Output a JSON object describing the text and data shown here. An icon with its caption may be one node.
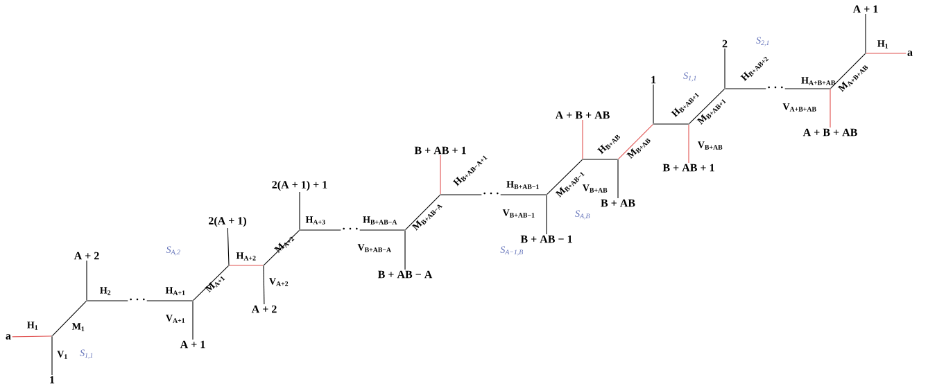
{
  "diagram": {
    "nodes": [
      {
        "text": [
          "a"
        ]
      },
      {
        "text": [],
        "shape": "point"
      },
      {
        "text": [
          "1"
        ]
      },
      {
        "text": [],
        "shape": "point"
      },
      {
        "text": [
          "A + 2"
        ]
      },
      {
        "text": [
          "· · ·"
        ]
      },
      {
        "text": [],
        "shape": "point"
      },
      {
        "text": [
          "A + 1"
        ]
      },
      {
        "text": [],
        "shape": "point"
      },
      {
        "text": [
          "2(A + 1)"
        ]
      },
      {
        "text": [],
        "shape": "point"
      },
      {
        "text": [
          "A + 2"
        ]
      },
      {
        "text": [],
        "shape": "point"
      },
      {
        "text": [
          "2(A + 1) + 1"
        ]
      },
      {
        "text": [
          "· · ·"
        ]
      },
      {
        "text": [],
        "shape": "point"
      },
      {
        "text": [
          "B + AB − A"
        ]
      },
      {
        "text": [],
        "shape": "point"
      },
      {
        "text": [
          "B + AB + 1"
        ]
      },
      {
        "text": [
          "· · ·"
        ]
      },
      {
        "text": [],
        "shape": "point"
      },
      {
        "text": [
          "B + AB − 1"
        ]
      },
      {
        "text": [],
        "shape": "point"
      },
      {
        "text": [
          "A + B + AB"
        ]
      },
      {
        "text": [],
        "shape": "point"
      },
      {
        "text": [
          "B + AB"
        ]
      },
      {
        "text": [],
        "shape": "point"
      },
      {
        "text": [
          "1"
        ]
      },
      {
        "text": [],
        "shape": "point"
      },
      {
        "text": [
          "B + AB + 1"
        ]
      },
      {
        "text": [],
        "shape": "point"
      },
      {
        "text": [
          "2"
        ]
      },
      {
        "text": [
          "· · ·"
        ]
      },
      {
        "text": [],
        "shape": "point"
      },
      {
        "text": [
          "A + B + AB"
        ]
      },
      {
        "text": [],
        "shape": "point"
      },
      {
        "text": [
          "A + 1"
        ]
      },
      {
        "text": [
          "a"
        ]
      }
    ],
    "edges": [
      {
        "from": 0,
        "to": 1,
        "arrow": "none",
        "label": "H$_{1}$",
        "color": "#e0504f"
      },
      {
        "from": 1,
        "to": 2,
        "arrow": "none",
        "label": "V$_{1}$"
      },
      {
        "from": 1,
        "to": 3,
        "arrow": "none",
        "label": "M$_{1}$"
      },
      {
        "from": 3,
        "to": 4,
        "arrow": "none"
      },
      {
        "from": 3,
        "to": 5,
        "arrow": "none",
        "label": "H$_{2}$"
      },
      {
        "from": 5,
        "to": 6,
        "arrow": "none",
        "label": "H$_{A+1}$"
      },
      {
        "from": 6,
        "to": 7,
        "arrow": "none",
        "label": "V$_{A+1}$"
      },
      {
        "from": 6,
        "to": 8,
        "arrow": "none",
        "label": "M$_{A+1}$"
      },
      {
        "from": 8,
        "to": 9,
        "arrow": "none"
      },
      {
        "from": 8,
        "to": 10,
        "arrow": "none",
        "label": "H$_{A+2}$",
        "color": "#e0504f"
      },
      {
        "from": 10,
        "to": 11,
        "arrow": "none",
        "label": "V$_{A+2}$"
      },
      {
        "from": 10,
        "to": 12,
        "arrow": "none",
        "label": "M$_{A+2}$"
      },
      {
        "from": 12,
        "to": 13,
        "arrow": "none"
      },
      {
        "from": 12,
        "to": 14,
        "arrow": "none",
        "label": "H$_{A+3}$"
      },
      {
        "from": 14,
        "to": 15,
        "arrow": "none",
        "label": "H$_{B+AB−A}$"
      },
      {
        "from": 15,
        "to": 16,
        "arrow": "none",
        "label": "V$_{B+AB−A}$"
      },
      {
        "from": 15,
        "to": 17,
        "arrow": "none",
        "label": "M$_{B+AB−A}$"
      },
      {
        "from": 17,
        "to": 18,
        "arrow": "none",
        "color": "#e0504f"
      },
      {
        "from": 17,
        "to": 19,
        "arrow": "none",
        "label": "H$_{B+AB−A+1}$"
      },
      {
        "from": 19,
        "to": 20,
        "arrow": "none",
        "label": "H$_{B+AB−1}$"
      },
      {
        "from": 20,
        "to": 21,
        "arrow": "none",
        "label": "V$_{B+AB−1}$"
      },
      {
        "from": 20,
        "to": 22,
        "arrow": "none",
        "label": "M$_{B+AB−1}$"
      },
      {
        "from": 22,
        "to": 23,
        "arrow": "none",
        "color": "#e0504f"
      },
      {
        "from": 22,
        "to": 24,
        "arrow": "none",
        "label": "H$_{B+AB}$"
      },
      {
        "from": 24,
        "to": 25,
        "arrow": "none",
        "label": "V$_{B+AB}$"
      },
      {
        "from": 24,
        "to": 26,
        "arrow": "none",
        "label": "M$_{B+AB}$",
        "color": "#e0504f"
      },
      {
        "from": 26,
        "to": 27,
        "arrow": "none"
      },
      {
        "from": 26,
        "to": 28,
        "arrow": "none",
        "label": "H$_{B+AB+1}$"
      },
      {
        "from": 28,
        "to": 29,
        "arrow": "none",
        "label": "V$_{B+AB}$",
        "color": "#e0504f"
      },
      {
        "from": 28,
        "to": 30,
        "arrow": "none",
        "label": "M$_{B+AB+1}$"
      },
      {
        "from": 30,
        "to": 31,
        "arrow": "none"
      },
      {
        "from": 30,
        "to": 32,
        "arrow": "none",
        "label": "H$_{B+AB+2}$"
      },
      {
        "from": 32,
        "to": 33,
        "arrow": "none",
        "label": "H$_{A+B+AB}$"
      },
      {
        "from": 33,
        "to": 34,
        "arrow": "none",
        "label": "V$_{A+B+AB}$",
        "color": "#e0504f"
      },
      {
        "from": 33,
        "to": 35,
        "arrow": "none",
        "label": "M$_{A+B+AB}$"
      },
      {
        "from": 35,
        "to": 36,
        "arrow": "none"
      },
      {
        "from": 35,
        "to": 37,
        "arrow": "none",
        "label": "H$_{1}$",
        "color": "#e0504f"
      }
    ],
    "labels": [
      "S$_{1,1}$",
      "S$_{A,2}$",
      "S$_{A−1,B}$",
      "S$_{A,B}$",
      "S$_{1,1}$",
      "S$_{2,1}$"
    ]
  }
}
